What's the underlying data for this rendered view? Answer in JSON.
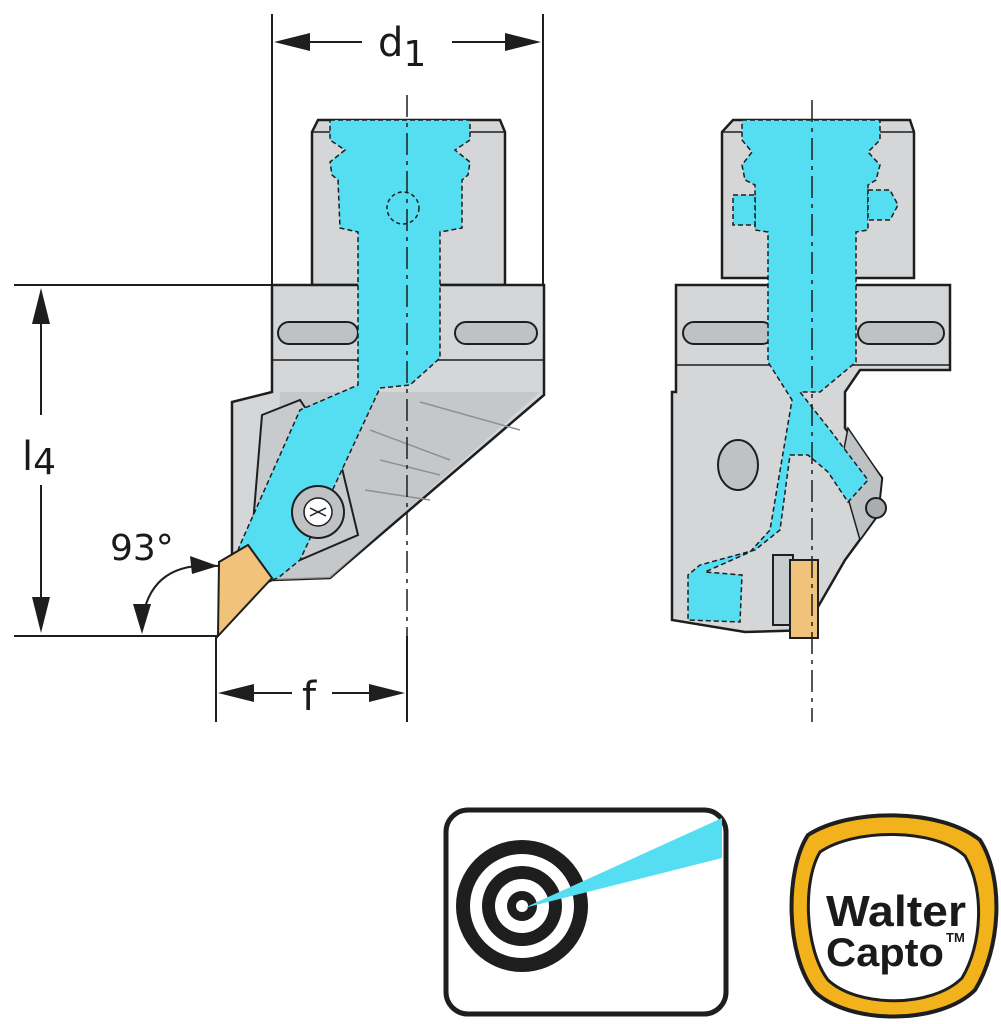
{
  "dimensions": {
    "d1": {
      "main": "d",
      "sub": "1"
    },
    "l4": {
      "main": "l",
      "sub": "4"
    },
    "f": "f",
    "angle": "93°"
  },
  "logo": {
    "line1": "Walter",
    "line2": "Capto",
    "tm": "TM"
  },
  "colors": {
    "body": "#d4d6d8",
    "body_dark": "#a9adb0",
    "outline": "#1e1e1e",
    "coolant": "#55ddf2",
    "insert": "#f0c27a",
    "logo_ring": "#f2b21b"
  },
  "icons": [
    "coolant-target-icon",
    "walter-capto-logo"
  ]
}
